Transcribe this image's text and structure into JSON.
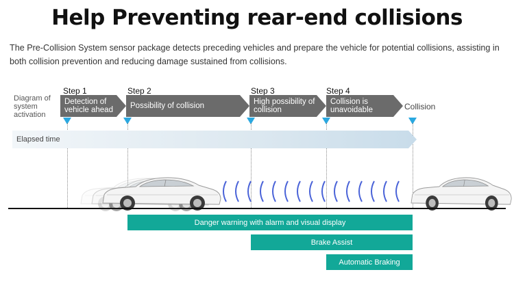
{
  "title": "Help Preventing rear-end collisions",
  "description": "The Pre-Collision System sensor package detects preceding vehicles and prepare the vehicle for potential collisions, assisting in both collision prevention and reducing damage sustained from collisions.",
  "diagram_label": "Diagram of system activation",
  "steps": [
    {
      "label": "Step 1",
      "text": "Detection of vehicle ahead"
    },
    {
      "label": "Step 2",
      "text": "Possibility of collision"
    },
    {
      "label": "Step 3",
      "text": "High possibility of collision"
    },
    {
      "label": "Step 4",
      "text": "Collision is unavoidable"
    }
  ],
  "collision_label": "Collision",
  "elapsed_label": "Elapsed time",
  "bars": [
    {
      "text": "Danger warning with alarm and visual display"
    },
    {
      "text": "Brake Assist"
    },
    {
      "text": "Automatic Braking"
    }
  ],
  "colors": {
    "teal": "#12a898",
    "marker_blue": "#2aa8e0",
    "step_gray": "#6b6b6b",
    "wave_blue": "#4a63d8"
  }
}
